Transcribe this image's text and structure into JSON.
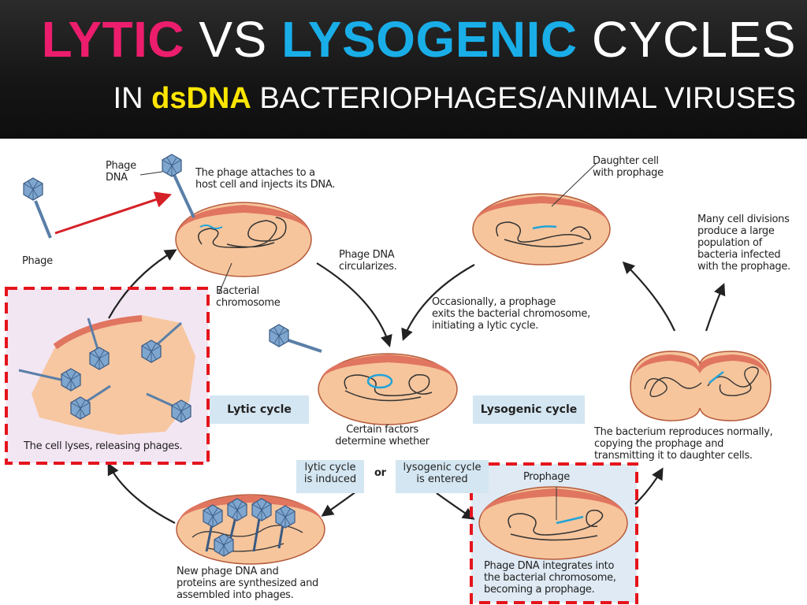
{
  "title": {
    "word_lytic": "LYTIC",
    "word_vs": " VS ",
    "word_lysogenic": "LYSOGENIC",
    "word_cycles": " CYCLES",
    "sub_in": "IN ",
    "sub_dsdna": "dsDNA",
    "sub_rest": " BACTERIOPHAGES/ANIMAL VIRUSES"
  },
  "labels": {
    "phage_dna": "Phage\nDNA",
    "phage": "Phage",
    "attach": "The phage attaches to a\nhost cell and injects its DNA.",
    "bacterial_chromosome": "Bacterial\nchromosome",
    "circularizes": "Phage DNA\ncircularizes.",
    "lysis": "The cell lyses, releasing phages.",
    "lytic_cycle": "Lytic cycle",
    "lysogenic_cycle": "Lysogenic cycle",
    "certain_factors": "Certain factors\ndetermine whether",
    "lytic_induced": "lytic cycle\nis induced",
    "or": "or",
    "lysogenic_entered": "lysogenic cycle\nis entered",
    "synthesized": "New phage DNA and\nproteins are synthesized and\nassembled into phages.",
    "prophage": "Prophage",
    "integrates": "Phage DNA integrates into\nthe bacterial chromosome,\nbecoming a prophage.",
    "reproduces": "The bacterium reproduces normally,\ncopying the prophage and\ntransmitting it to daughter cells.",
    "many_divisions": "Many cell divisions\nproduce a large\npopulation of\nbacteria infected\nwith the prophage.",
    "daughter_cell": "Daughter cell\nwith prophage",
    "occasionally": "Occasionally, a prophage\nexits the bacterial chromosome,\ninitiating a lytic cycle."
  },
  "colors": {
    "lytic": "#ec1d6c",
    "lysogenic": "#19aee8",
    "dsdna": "#ffe600",
    "cell_fill": "#f6c59c",
    "cell_top": "#e07560",
    "highlight_box": "#e5141c",
    "label_box": "#d4e6f1",
    "arrow_red": "#d62027"
  }
}
